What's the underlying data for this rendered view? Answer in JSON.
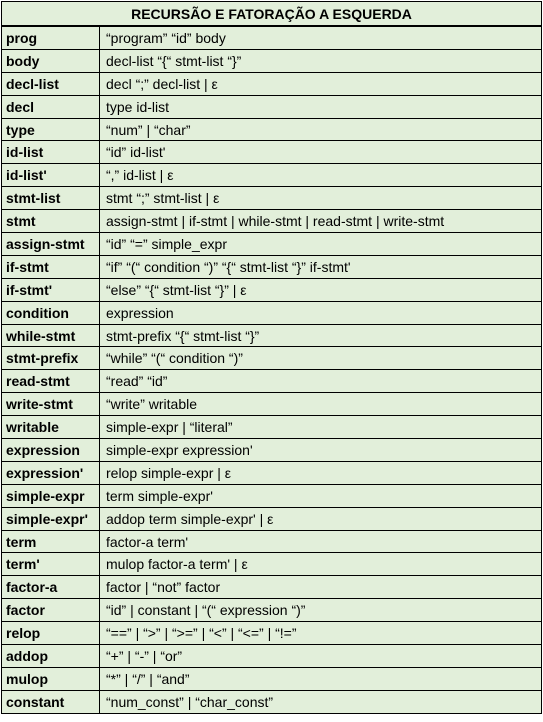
{
  "table": {
    "title": "RECURSÃO E FATORAÇÃO A ESQUERDA",
    "rows": [
      {
        "name": "prog",
        "production": " “program” “id” body"
      },
      {
        "name": "body",
        "production": "decl-list “{“ stmt-list “}”"
      },
      {
        "name": "decl-list",
        "production": "decl “;” decl-list |  ε"
      },
      {
        "name": "decl",
        "production": " type id-list"
      },
      {
        "name": "type",
        "production": " “num” | “char”"
      },
      {
        "name": "id-list",
        "production": " “id” id-list'"
      },
      {
        "name": "id-list'",
        "production": "“,” id-list | ε"
      },
      {
        "name": "stmt-list",
        "production": " stmt “;” stmt-list | ε"
      },
      {
        "name": "stmt",
        "production": "assign-stmt | if-stmt | while-stmt | read-stmt | write-stmt"
      },
      {
        "name": "assign-stmt",
        "production": " “id” “=” simple_expr"
      },
      {
        "name": "if-stmt",
        "production": " “if” “(“ condition “)” “{“ stmt-list “}”  if-stmt'"
      },
      {
        "name": "if-stmt'",
        "production": " “else” “{“ stmt-list “}” | ε"
      },
      {
        "name": "condition",
        "production": "expression"
      },
      {
        "name": "while-stmt",
        "production": "stmt-prefix “{“ stmt-list “}”"
      },
      {
        "name": "stmt-prefix",
        "production": " “while” “(“ condition “)”"
      },
      {
        "name": "read-stmt",
        "production": " “read” “id”"
      },
      {
        "name": "write-stmt",
        "production": "“write” writable"
      },
      {
        "name": "writable",
        "production": "simple-expr | “literal”"
      },
      {
        "name": "expression",
        "production": " simple-expr  expression'"
      },
      {
        "name": "expression'",
        "production": "relop simple-expr | ε"
      },
      {
        "name": "simple-expr",
        "production": "term simple-expr'"
      },
      {
        "name": "simple-expr'",
        "production": "addop term  simple-expr' | ε"
      },
      {
        "name": "term",
        "production": " factor-a  term'"
      },
      {
        "name": "term'",
        "production": "mulop factor-a  term' | ε"
      },
      {
        "name": "factor-a",
        "production": " factor | “not” factor"
      },
      {
        "name": "factor",
        "production": " “id” | constant | “(“ expression “)”"
      },
      {
        "name": "relop",
        "production": " “==” | “>” | “>=” | “<” | “<=” | “!=”"
      },
      {
        "name": "addop",
        "production": " “+” | “-” | “or”"
      },
      {
        "name": "mulop",
        "production": " “*” | “/” | “and”"
      },
      {
        "name": "constant",
        "production": " “num_const” | “char_const”"
      }
    ]
  }
}
